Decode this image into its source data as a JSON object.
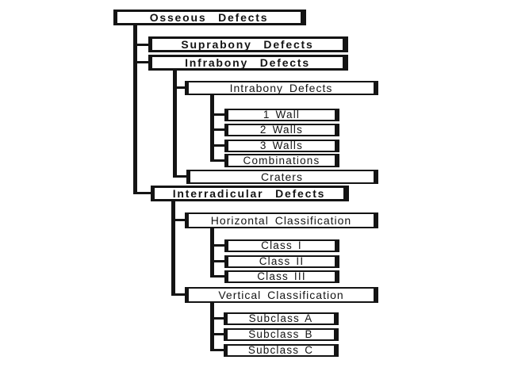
{
  "figure": {
    "type": "hierarchy-tree",
    "background_color": "#ffffff",
    "ink_color": "#141414"
  },
  "nodes": {
    "osseous": {
      "label": "Osseous Defects"
    },
    "suprabony": {
      "label": "Suprabony Defects"
    },
    "infrabony": {
      "label": "Infrabony Defects"
    },
    "intrabony": {
      "label": "Intrabony Defects"
    },
    "wall1": {
      "label": "1 Wall"
    },
    "walls2": {
      "label": "2 Walls"
    },
    "walls3": {
      "label": "3 Walls"
    },
    "combinations": {
      "label": "Combinations"
    },
    "craters": {
      "label": "Craters"
    },
    "interradicular": {
      "label": "Interradicular Defects"
    },
    "horizontal": {
      "label": "Horizontal Classification"
    },
    "class1": {
      "label": "Class I"
    },
    "class2": {
      "label": "Class II"
    },
    "class3": {
      "label": "Class III"
    },
    "vertical": {
      "label": "Vertical Classification"
    },
    "subclassA": {
      "label": "Subclass A"
    },
    "subclassB": {
      "label": "Subclass B"
    },
    "subclassC": {
      "label": "Subclass C"
    }
  },
  "hierarchy": {
    "label": "Osseous Defects",
    "children": [
      {
        "label": "Suprabony Defects",
        "children": []
      },
      {
        "label": "Infrabony Defects",
        "children": [
          {
            "label": "Intrabony Defects",
            "children": [
              {
                "label": "1 Wall",
                "children": []
              },
              {
                "label": "2 Walls",
                "children": []
              },
              {
                "label": "3 Walls",
                "children": []
              },
              {
                "label": "Combinations",
                "children": []
              }
            ]
          },
          {
            "label": "Craters",
            "children": []
          }
        ]
      },
      {
        "label": "Interradicular Defects",
        "children": [
          {
            "label": "Horizontal Classification",
            "children": [
              {
                "label": "Class I",
                "children": []
              },
              {
                "label": "Class II",
                "children": []
              },
              {
                "label": "Class III",
                "children": []
              }
            ]
          },
          {
            "label": "Vertical Classification",
            "children": [
              {
                "label": "Subclass A",
                "children": []
              },
              {
                "label": "Subclass B",
                "children": []
              },
              {
                "label": "Subclass C",
                "children": []
              }
            ]
          }
        ]
      }
    ]
  }
}
